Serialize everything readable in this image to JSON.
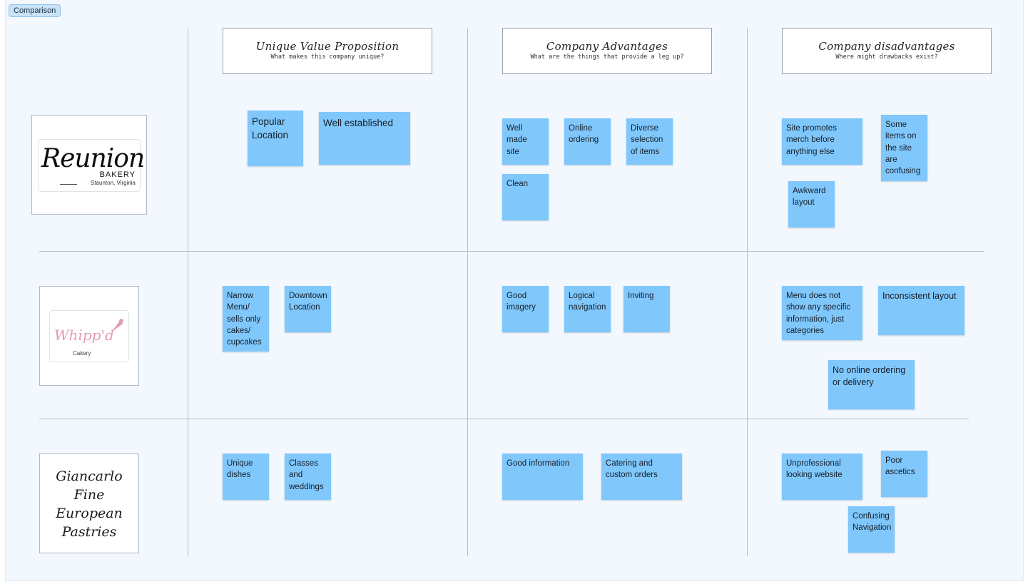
{
  "frame": {
    "label": "Comparison"
  },
  "headers": [
    {
      "title": "Unique Value Proposition",
      "subtitle": "What makes this company unique?"
    },
    {
      "title": "Company Advantages",
      "subtitle": "What are the things that provide a leg up?"
    },
    {
      "title": "Company disadvantages",
      "subtitle": "Where might drawbacks exist?"
    }
  ],
  "companies": [
    {
      "logo_text": "Reunion",
      "logo_word": "BAKERY",
      "logo_place": "Staunton, Virginia"
    },
    {
      "logo_text": "Whipp'd",
      "logo_word": "Cakery"
    },
    {
      "logo_text": "Giancarlo\nFine\nEuropean\nPastries"
    }
  ],
  "notes": {
    "row1": {
      "uvp": [
        "Popular\nLocation",
        "Well established"
      ],
      "advantages": [
        "Well made\nsite",
        "Online\nordering",
        "Diverse\nselection\nof items",
        "Clean"
      ],
      "disadvantages": [
        "Site promotes\nmerch before\nanything else",
        "Some\nitems on\nthe site\nare\nconfusing",
        "Awkward\nlayout"
      ]
    },
    "row2": {
      "uvp": [
        "Narrow\nMenu/\nsells only\ncakes/\ncupcakes",
        "Downtown\nLocation"
      ],
      "advantages": [
        "Good\nimagery",
        "Logical\nnavigation",
        "Inviting"
      ],
      "disadvantages": [
        "Menu does not\nshow any specific\ninformation, just\ncategories",
        "Inconsistent layout",
        "No online ordering\nor delivery"
      ]
    },
    "row3": {
      "uvp": [
        "Unique\ndishes",
        "Classes\nand\nweddings"
      ],
      "advantages": [
        "Good information",
        "Catering and\ncustom orders"
      ],
      "disadvantages": [
        "Unprofessional\nlooking website",
        "Poor\nascetics",
        "Confusing\nNavigation"
      ]
    }
  },
  "colors": {
    "sticky": "#80c7fc",
    "canvas": "#f2f8fd",
    "tag": "#c8e2f8"
  }
}
